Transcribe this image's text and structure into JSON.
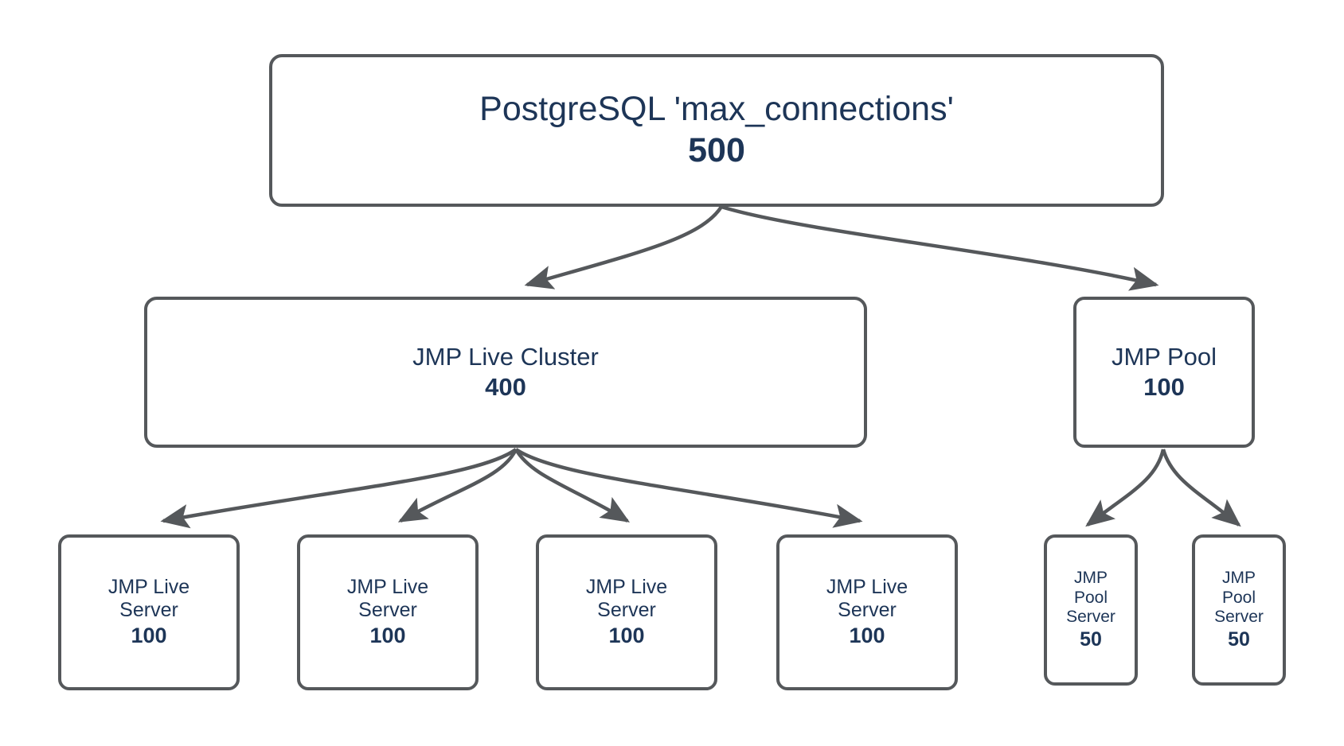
{
  "diagram": {
    "title": "PostgreSQL max_connections allocation",
    "type": "tree",
    "colors": {
      "background": "#ffffff",
      "node_border": "#55585b",
      "node_fill": "#ffffff",
      "text": "#1d3557",
      "edge": "#55585b"
    },
    "nodes": {
      "root": {
        "label": "PostgreSQL 'max_connections'",
        "value": "500"
      },
      "live_cluster": {
        "label": "JMP Live Cluster",
        "value": "400"
      },
      "pool": {
        "label": "JMP Pool",
        "value": "100"
      },
      "live_servers": [
        {
          "label": "JMP Live\nServer",
          "value": "100"
        },
        {
          "label": "JMP Live\nServer",
          "value": "100"
        },
        {
          "label": "JMP Live\nServer",
          "value": "100"
        },
        {
          "label": "JMP Live\nServer",
          "value": "100"
        }
      ],
      "pool_servers": [
        {
          "label": "JMP\nPool\nServer",
          "value": "50"
        },
        {
          "label": "JMP\nPool\nServer",
          "value": "50"
        }
      ]
    },
    "edges": [
      {
        "from": "root",
        "to": "live_cluster"
      },
      {
        "from": "root",
        "to": "pool"
      },
      {
        "from": "live_cluster",
        "to": "live_server_0"
      },
      {
        "from": "live_cluster",
        "to": "live_server_1"
      },
      {
        "from": "live_cluster",
        "to": "live_server_2"
      },
      {
        "from": "live_cluster",
        "to": "live_server_3"
      },
      {
        "from": "pool",
        "to": "pool_server_0"
      },
      {
        "from": "pool",
        "to": "pool_server_1"
      }
    ]
  }
}
